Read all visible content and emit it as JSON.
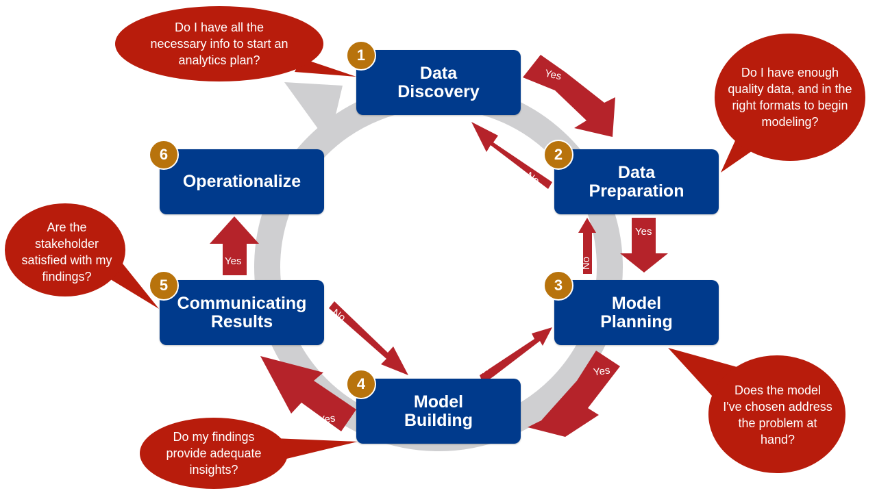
{
  "phases": [
    {
      "number": "1",
      "title": "Data\nDiscovery"
    },
    {
      "number": "2",
      "title": "Data\nPreparation"
    },
    {
      "number": "3",
      "title": "Model\nPlanning"
    },
    {
      "number": "4",
      "title": "Model\nBuilding"
    },
    {
      "number": "5",
      "title": "Communicating\nResults"
    },
    {
      "number": "6",
      "title": "Operationalize"
    }
  ],
  "questions": {
    "discovery": "Do I have all the\nnecessary info to start an\nanalytics plan?",
    "preparation": "Do I have enough\nquality data, and in the\nright formats to begin\nmodeling?",
    "planning": "Does the model\nI've chosen address\nthe problem at\nhand?",
    "building": "Do my findings\nprovide adequate\ninsights?",
    "communicating": "Are the\nstakeholder\nsatisfied with my\nfindings?"
  },
  "transitions": {
    "discovery_to_preparation": "Yes",
    "preparation_to_discovery": "No",
    "preparation_to_planning": "Yes",
    "planning_to_preparation": "No",
    "planning_to_building": "Yes",
    "building_to_planning": "No",
    "building_to_communicating": "Yes",
    "communicating_to_building": "No",
    "communicating_to_operationalize": "Yes"
  },
  "colors": {
    "phase_box": "#003a8c",
    "badge": "#b8730c",
    "arrow": "#b5232a",
    "bubble": "#b81c0c",
    "cycle_ring": "#cfcfd1"
  }
}
